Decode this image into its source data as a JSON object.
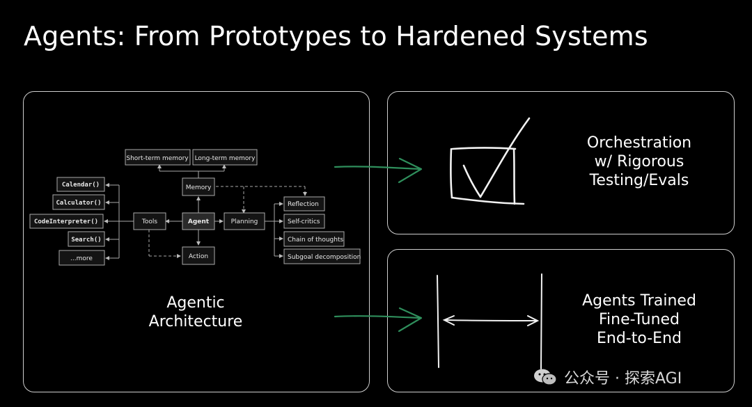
{
  "slide": {
    "title": "Agents: From Prototypes to Hardened Systems"
  },
  "panels": {
    "architecture": {
      "label_line1": "Agentic",
      "label_line2": "Architecture",
      "diagram": {
        "memory_types": [
          "Short-term memory",
          "Long-term memory"
        ],
        "memory": "Memory",
        "agent": "Agent",
        "tools": "Tools",
        "planning": "Planning",
        "action": "Action",
        "tool_list": [
          "Calendar()",
          "Calculator()",
          "CodeInterpreter()",
          "Search()",
          "...more"
        ],
        "planning_list": [
          "Reflection",
          "Self-critics",
          "Chain of thoughts",
          "Subgoal decomposition"
        ]
      }
    },
    "orchestration": {
      "line1": "Orchestration",
      "line2": "w/ Rigorous",
      "line3": "Testing/Evals",
      "icon": "checkbox-check-icon"
    },
    "training": {
      "line1": "Agents Trained",
      "line2": "Fine-Tuned",
      "line3": "End-to-End",
      "icon": "double-arrow-span-icon"
    }
  },
  "watermark": {
    "text": "公众号 · 探索AGI",
    "icon": "wechat-icon"
  },
  "colors": {
    "background": "#000000",
    "arrow": "#2f8f5c",
    "panel_border": "#cfcfcf"
  }
}
